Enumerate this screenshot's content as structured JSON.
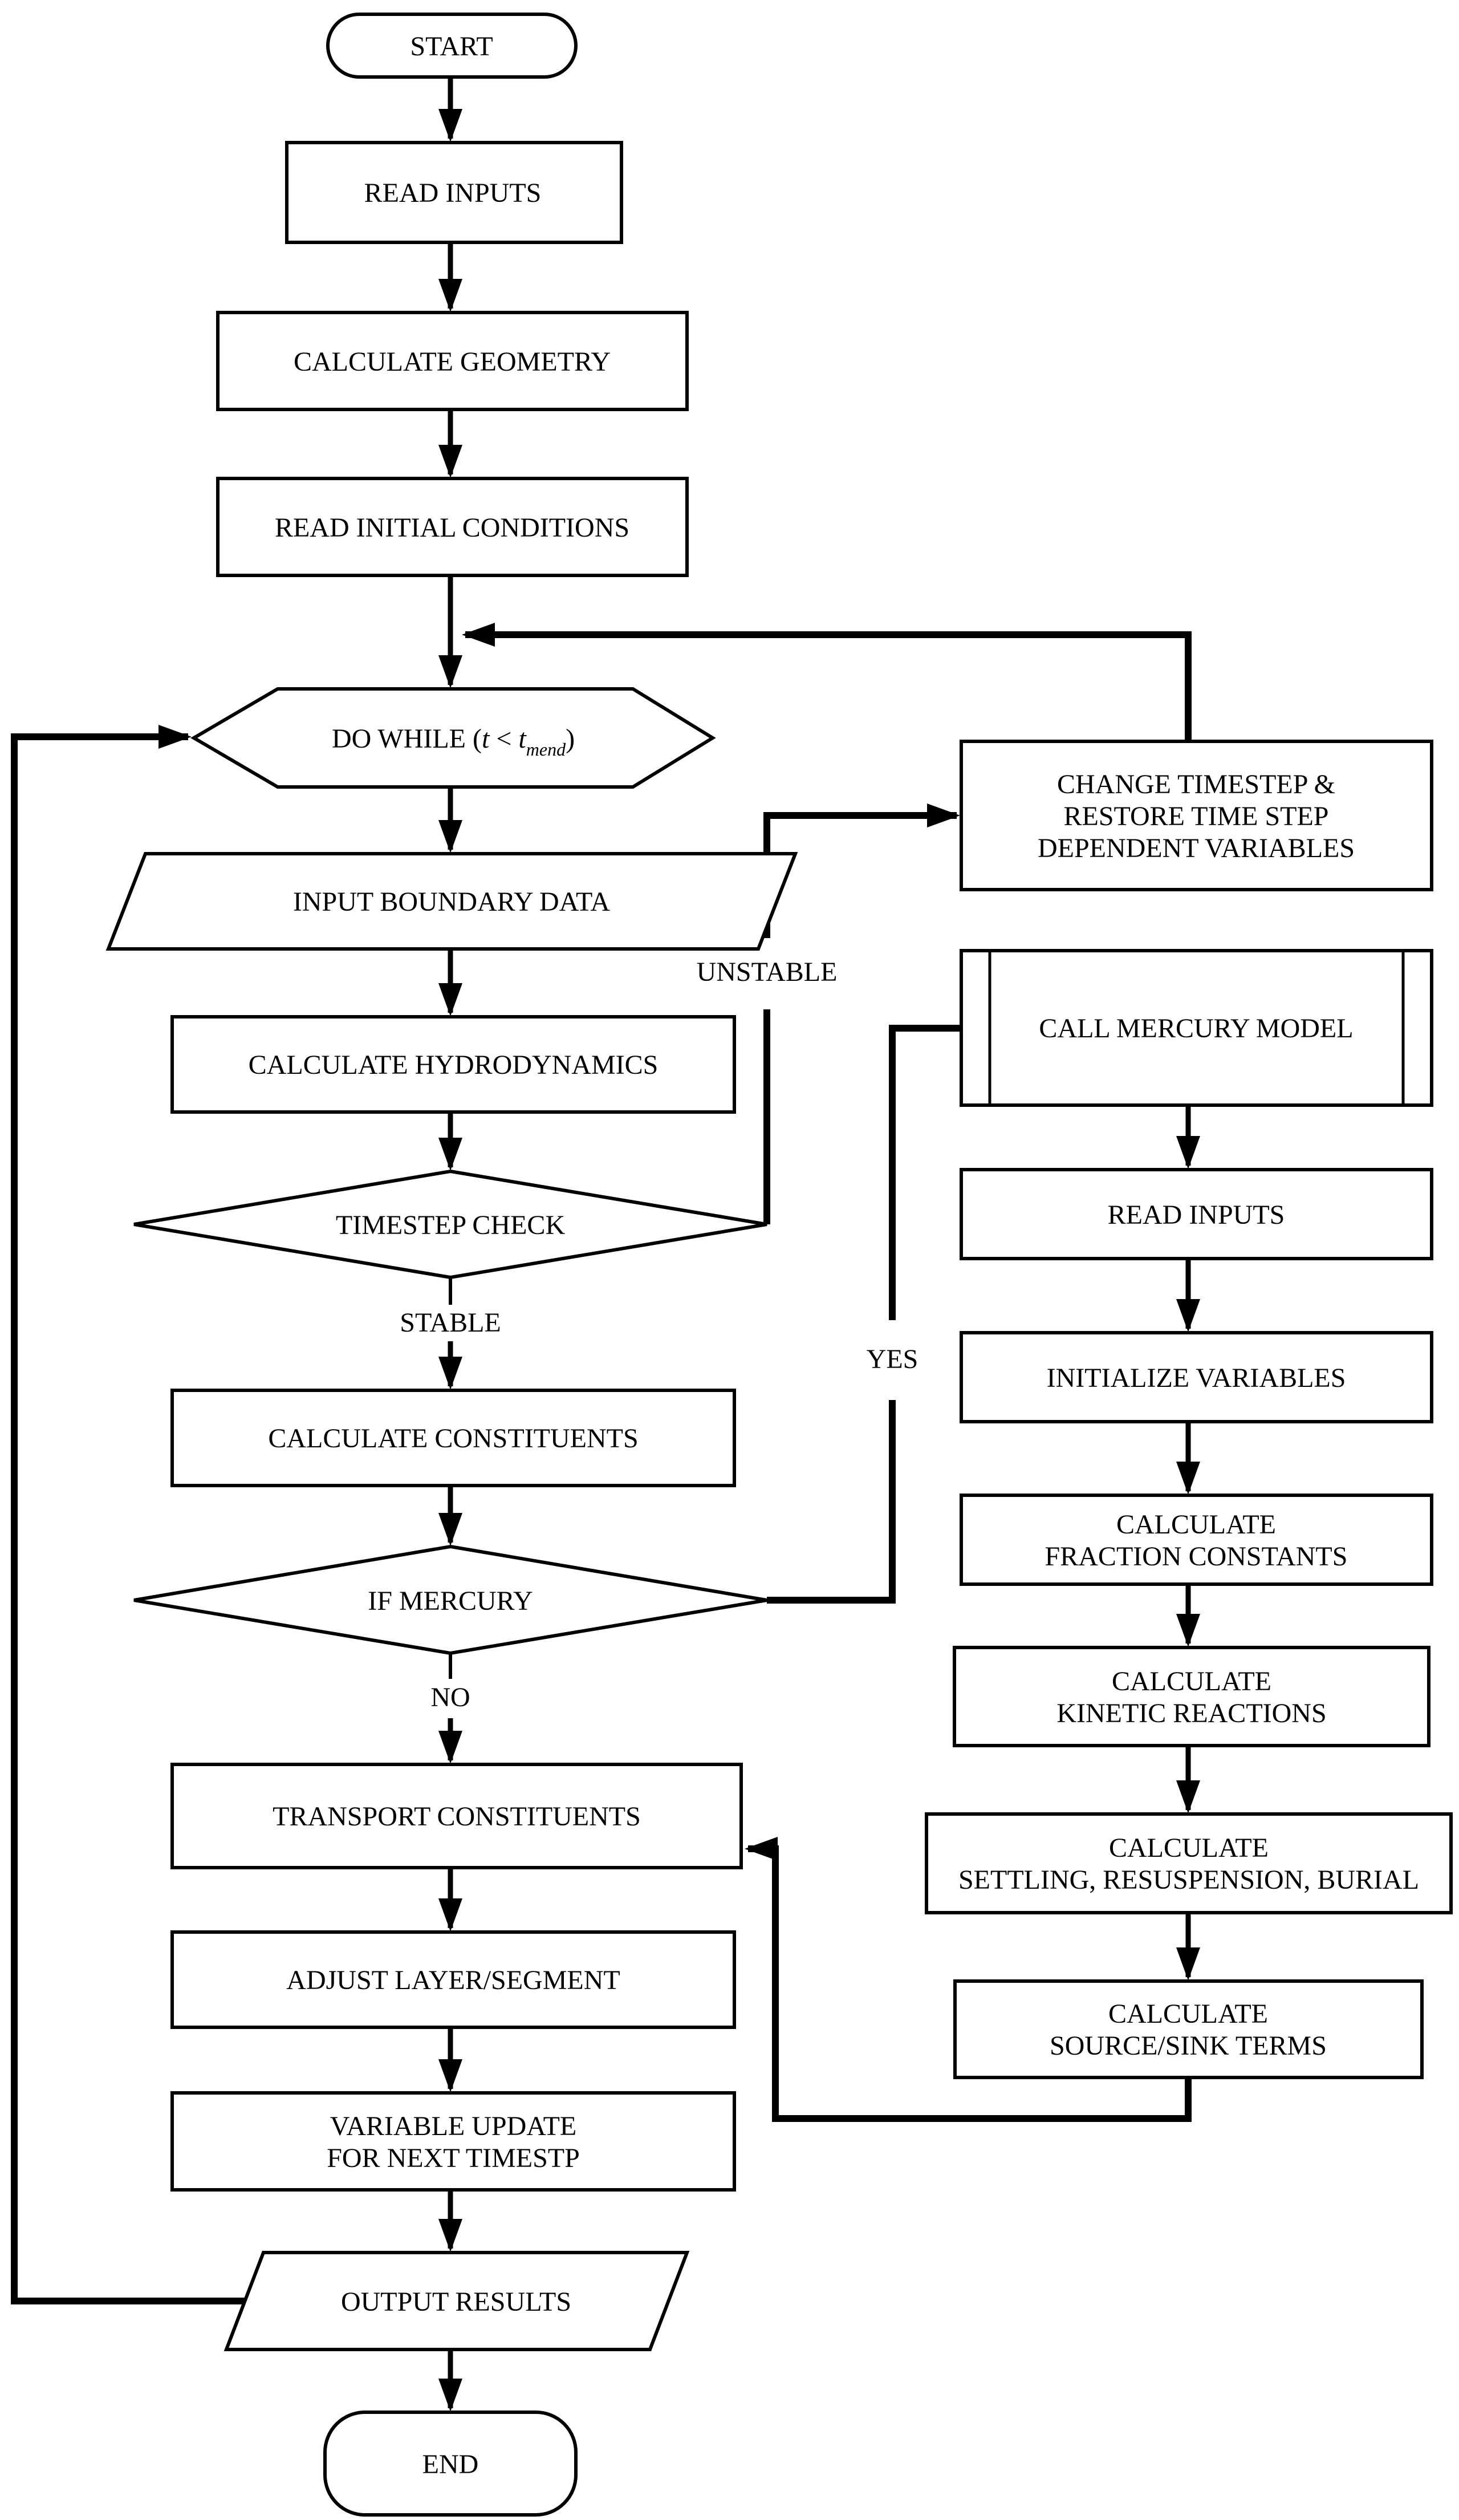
{
  "colors": {
    "ink": "#000000",
    "paper": "#ffffff"
  },
  "nodes": {
    "start": {
      "label": "START"
    },
    "read_inputs": {
      "label": "READ INPUTS"
    },
    "calculate_geometry": {
      "label": "CALCULATE GEOMETRY"
    },
    "read_initial_conditions": {
      "label": "READ INITIAL CONDITIONS"
    },
    "do_while": {
      "parts": [
        "DO WHILE (",
        "t",
        " < ",
        "t",
        "mend",
        ")"
      ]
    },
    "input_boundary_data": {
      "label": "INPUT BOUNDARY DATA"
    },
    "calculate_hydrodynamics": {
      "label": "CALCULATE HYDRODYNAMICS"
    },
    "timestep_check": {
      "label": "TIMESTEP CHECK"
    },
    "calculate_constituents": {
      "label": "CALCULATE CONSTITUENTS"
    },
    "if_mercury": {
      "label": "IF MERCURY"
    },
    "transport_constituents": {
      "label": "TRANSPORT CONSTITUENTS"
    },
    "adjust_layer_segment": {
      "label": "ADJUST LAYER/SEGMENT"
    },
    "variable_update": {
      "lines": [
        "VARIABLE UPDATE",
        "FOR NEXT TIMESTP"
      ]
    },
    "output_results": {
      "label": "OUTPUT RESULTS"
    },
    "end": {
      "label": "END"
    },
    "change_timestep": {
      "lines": [
        "CHANGE TIMESTEP &",
        "RESTORE TIME STEP",
        "DEPENDENT VARIABLES"
      ]
    },
    "call_mercury_model": {
      "label": "CALL MERCURY MODEL"
    },
    "read_inputs_mercury": {
      "label": "READ INPUTS"
    },
    "initialize_variables": {
      "label": "INITIALIZE VARIABLES"
    },
    "calculate_fraction_constants": {
      "lines": [
        "CALCULATE",
        "FRACTION CONSTANTS"
      ]
    },
    "calculate_kinetic_reactions": {
      "lines": [
        "CALCULATE",
        "KINETIC REACTIONS"
      ]
    },
    "calculate_settling": {
      "lines": [
        "CALCULATE",
        "SETTLING, RESUSPENSION, BURIAL"
      ]
    },
    "calculate_source_sink": {
      "lines": [
        "CALCULATE",
        "SOURCE/SINK TERMS"
      ]
    }
  },
  "edge_labels": {
    "unstable": "UNSTABLE",
    "stable": "STABLE",
    "yes": "YES",
    "no": "NO"
  }
}
